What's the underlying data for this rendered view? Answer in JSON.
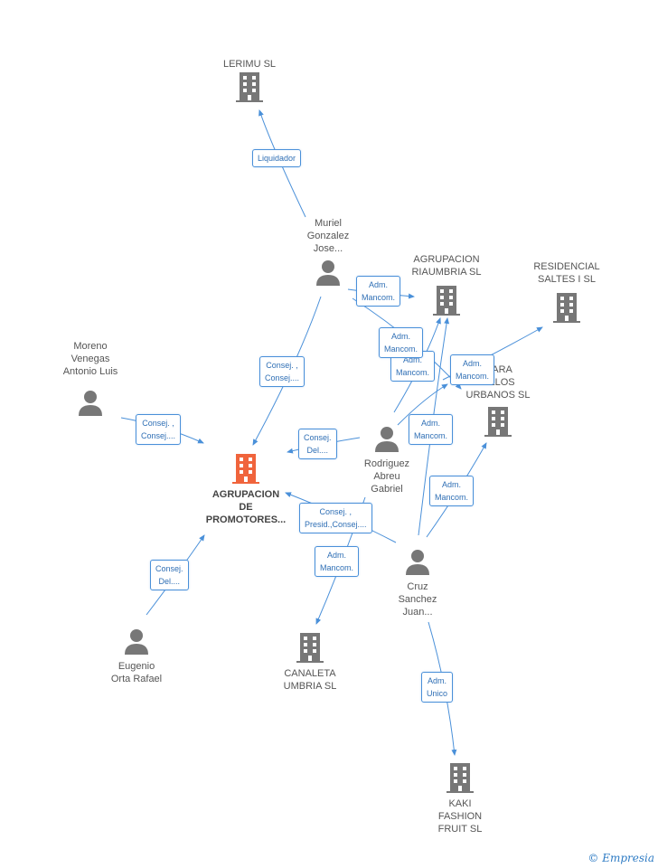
{
  "nodes": {
    "lerimu": "LERIMU SL",
    "muriel": "Muriel\nGonzalez\nJose...",
    "agrupacion_riaumbria": "AGRUPACION\nRIAUMBRIA SL",
    "residencial_saltes": "RESIDENCIAL\nSALTES I SL",
    "moreno": "Moreno\nVenegas\nAntonio Luis",
    "desarrollos_urbanos": "...ARA\n...LLOS\nURBANOS SL",
    "rodriguez": "Rodriguez\nAbreu\nGabriel",
    "agrupacion_promotores": "AGRUPACION\nDE\nPROMOTORES...",
    "cruz": "Cruz\nSanchez\nJuan...",
    "eugenio": "Eugenio\nOrta Rafael",
    "canaleta": "CANALETA\nUMBRIA SL",
    "kaki": "KAKI\nFASHION\nFRUIT  SL"
  },
  "edge_labels": {
    "liquidador": "Liquidador",
    "muriel_riaumbria": "Adm.\nMancom.",
    "muriel_promotores": "Consej. ,\nConsej....",
    "moreno_promotores": "Consej. ,\nConsej....",
    "rodriguez_promotores": "Consej.\nDel....",
    "rodriguez_riaumbria_1": "Adm.\nMancom.",
    "rodriguez_riaumbria_2": "Adm.\nMancom.",
    "rodriguez_residencial": "Adm.\nMancom.",
    "rodriguez_desarrollos": "Adm.\nMancom.",
    "cruz_desarrollos": "Adm.\nMancom.",
    "cruz_promotores": "Consej. ,\nPresid.,Consej....",
    "cruz_canaleta": "Adm.\nMancom.",
    "eugenio_promotores": "Consej.\nDel....",
    "cruz_kaki": "Adm.\nUnico"
  },
  "watermark": "© Empresia",
  "colors": {
    "edge": "#4a90d9",
    "company_icon": "#777777",
    "person_icon": "#777777",
    "main_icon": "#f0643c"
  }
}
